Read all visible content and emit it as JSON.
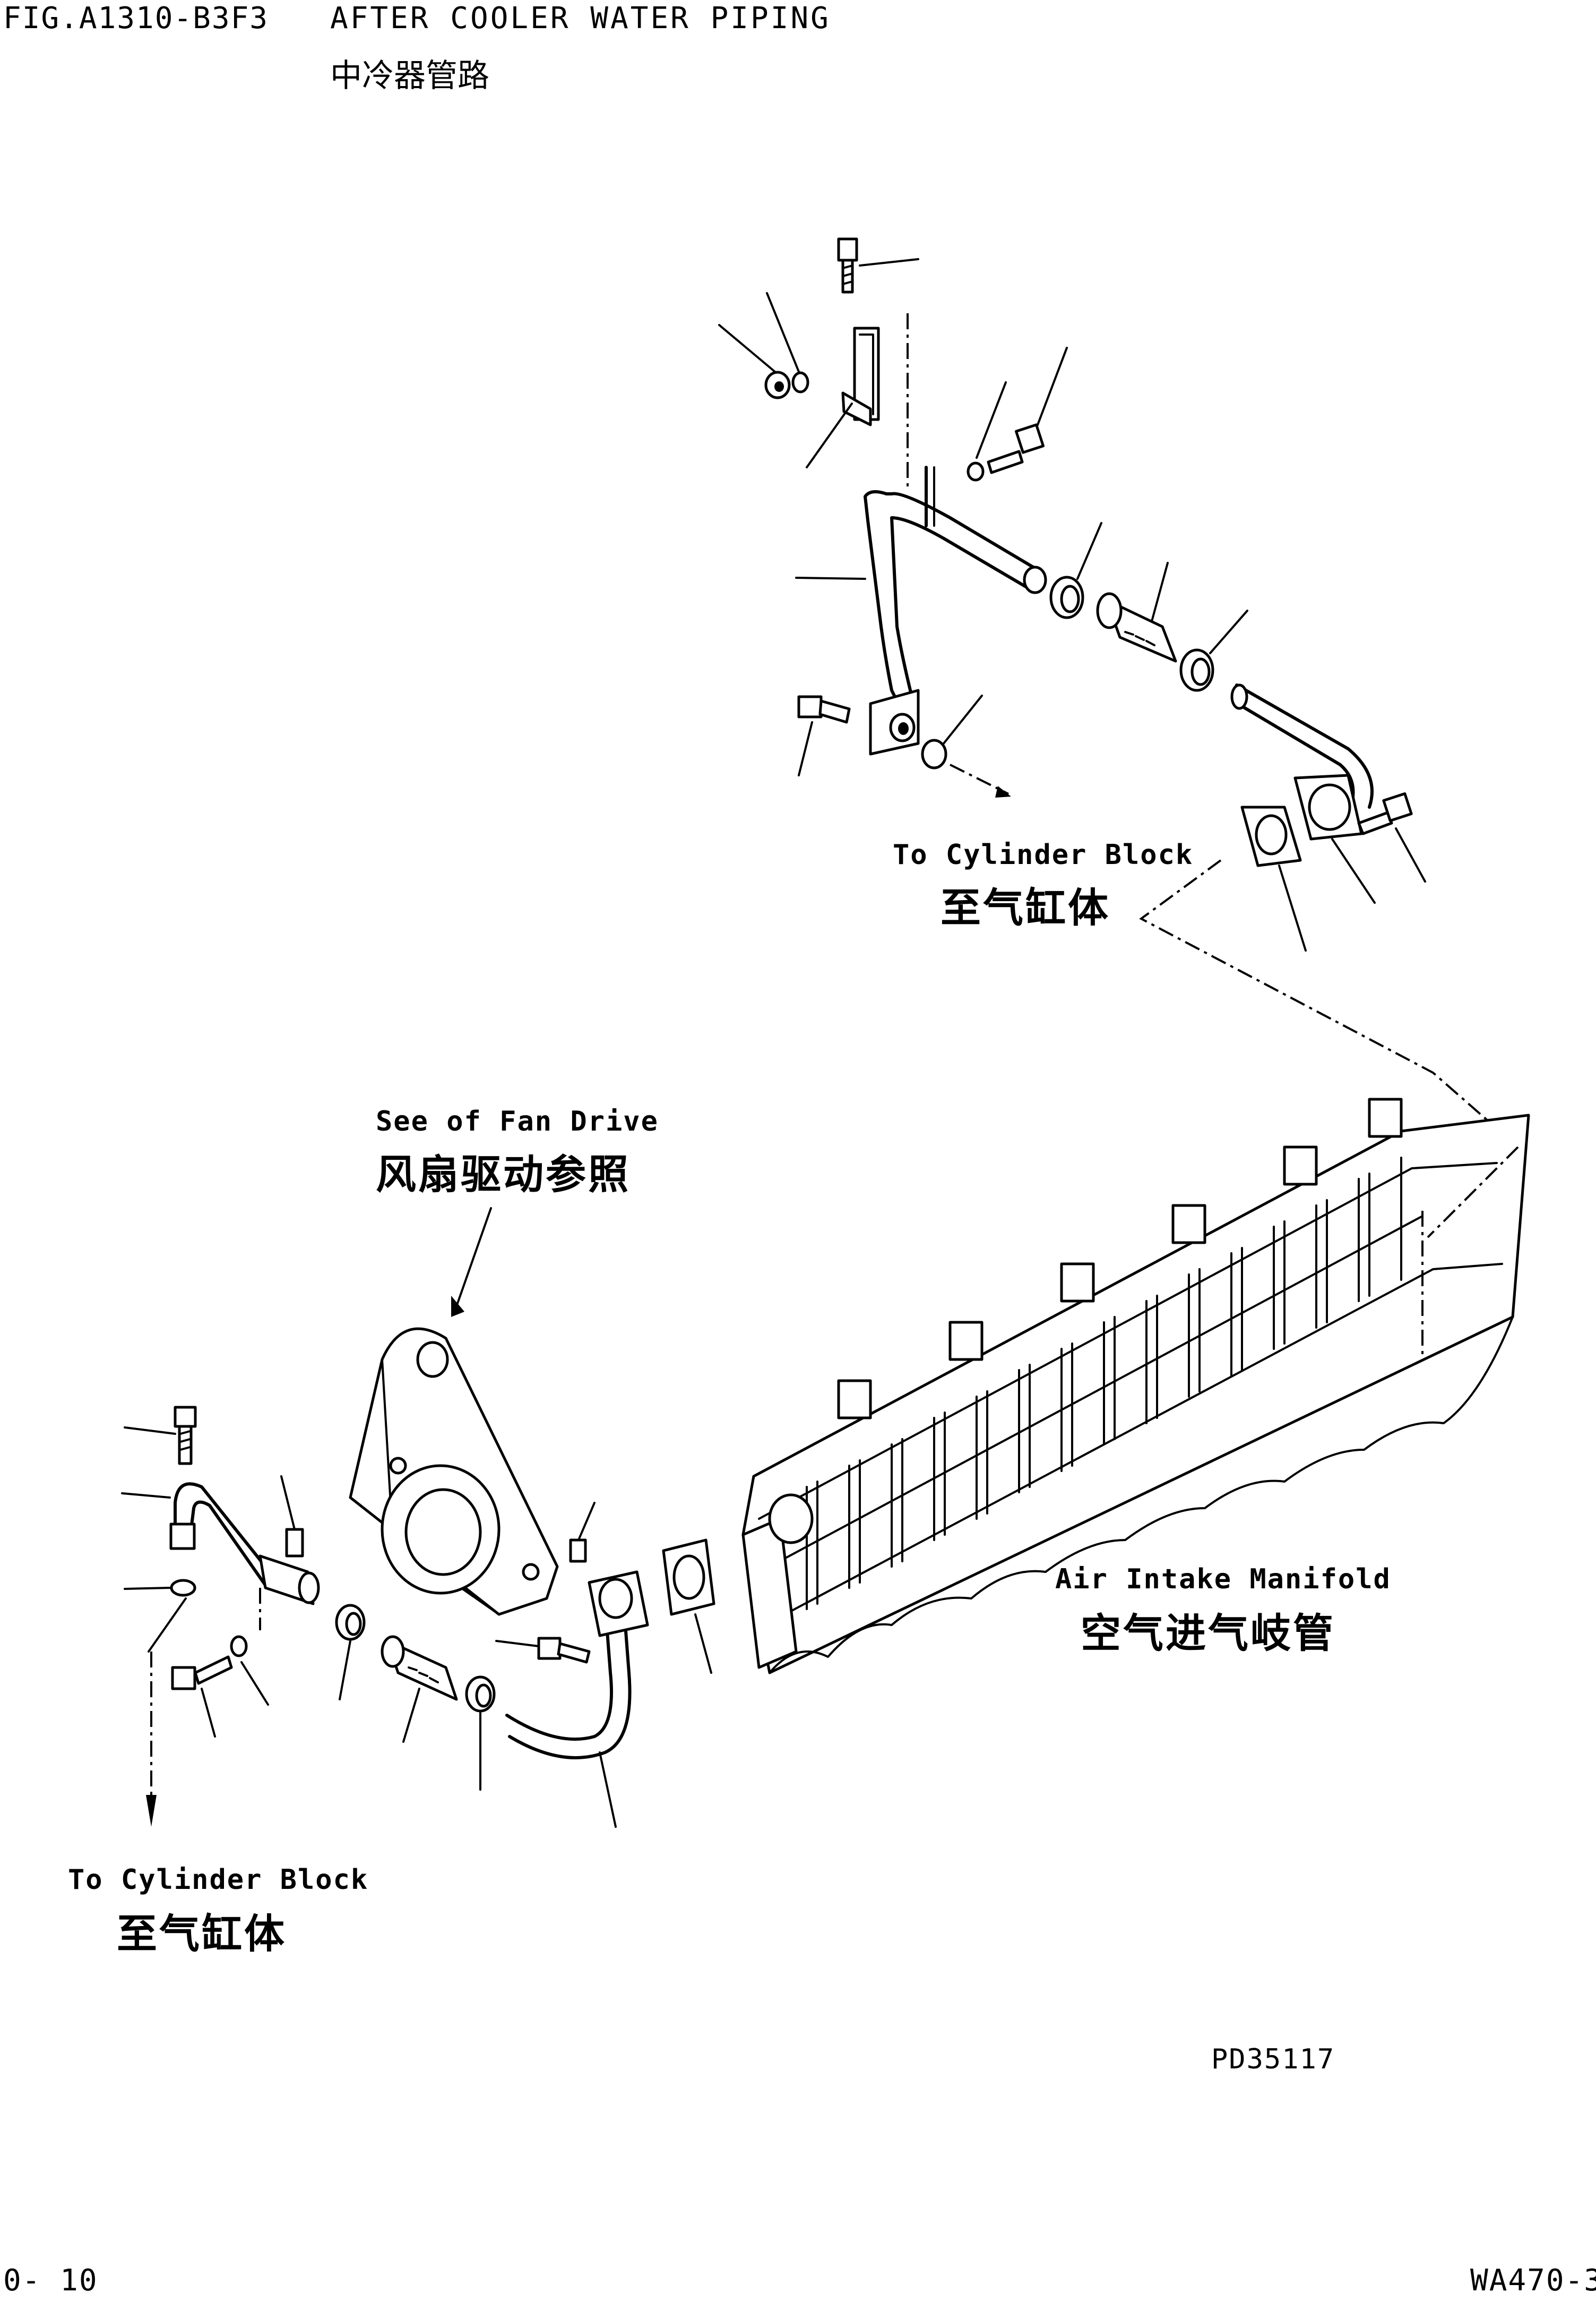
{
  "header": {
    "figure_code": "FIG.A1310-B3F3",
    "title_en": "AFTER COOLER WATER PIPING",
    "title_cn": "中冷器管路"
  },
  "labels": {
    "to_cylinder_block_upper": {
      "en": "To Cylinder Block",
      "cn": "至气缸体"
    },
    "see_fan_drive": {
      "en": "See of Fan Drive",
      "cn": "风扇驱动参照"
    },
    "air_intake_manifold": {
      "en": "Air Intake Manifold",
      "cn": "空气进气岐管"
    },
    "to_cylinder_block_lower": {
      "en": "To Cylinder Block",
      "cn": "至气缸体"
    }
  },
  "drawing_id": "PD35117",
  "footer": {
    "page_number": "0- 10",
    "model_code": "WA470-3"
  }
}
